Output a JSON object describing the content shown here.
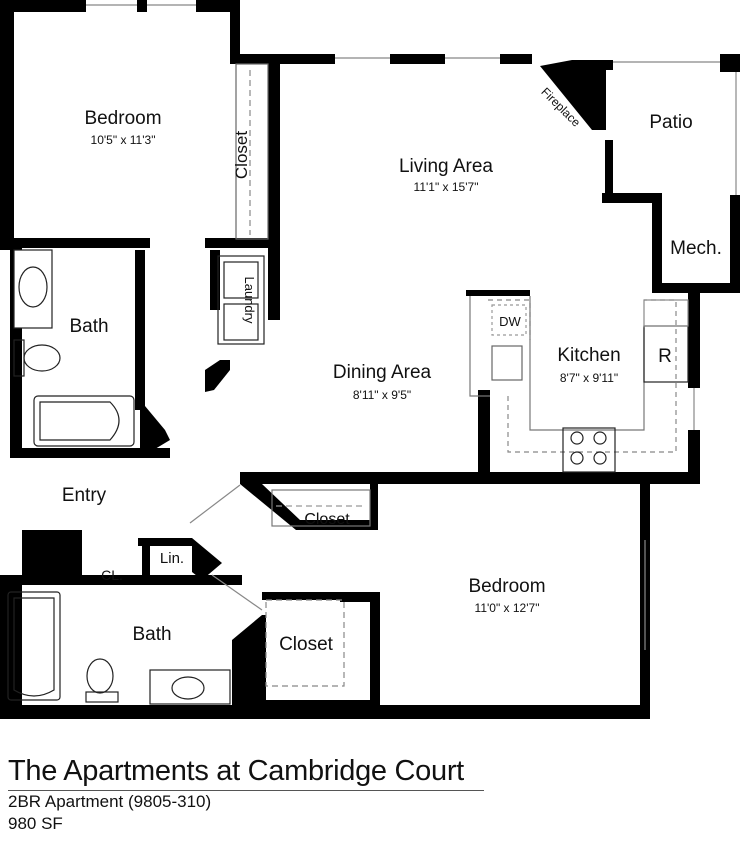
{
  "rooms": {
    "bedroom1": {
      "name": "Bedroom",
      "dims": "10'5\" x 11'3\""
    },
    "closet1": {
      "name": "Closet"
    },
    "living": {
      "name": "Living Area",
      "dims": "11'1\" x 15'7\""
    },
    "fireplace": {
      "name": "Fireplace"
    },
    "patio": {
      "name": "Patio"
    },
    "mech": {
      "name": "Mech."
    },
    "bath1": {
      "name": "Bath"
    },
    "laundry": {
      "name": "Laundry"
    },
    "dining": {
      "name": "Dining Area",
      "dims": "8'11\" x 9'5\""
    },
    "kitchen": {
      "name": "Kitchen",
      "dims": "8'7\" x 9'11\""
    },
    "dw": {
      "name": "DW"
    },
    "fridge": {
      "name": "R"
    },
    "entry": {
      "name": "Entry"
    },
    "closet2": {
      "name": "Closet"
    },
    "linen": {
      "name": "Lin."
    },
    "coat": {
      "name": "CL."
    },
    "bedroom2": {
      "name": "Bedroom",
      "dims": "11'0\" x 12'7\""
    },
    "bath2": {
      "name": "Bath"
    },
    "closet3": {
      "name": "Closet"
    }
  },
  "footer": {
    "title": "The Apartments at Cambridge Court",
    "unit": "2BR Apartment (9805-310)",
    "area": "980 SF"
  }
}
